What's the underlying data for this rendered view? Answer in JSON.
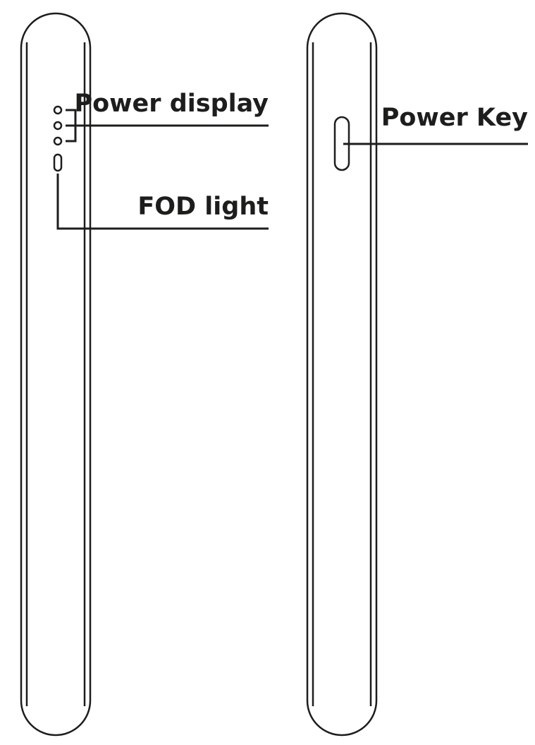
{
  "labels": {
    "power_display": "Power display",
    "fod_light": "FOD light",
    "power_key": "Power Key"
  },
  "colors": {
    "line": "#1d1d1b",
    "background": "#ffffff"
  }
}
